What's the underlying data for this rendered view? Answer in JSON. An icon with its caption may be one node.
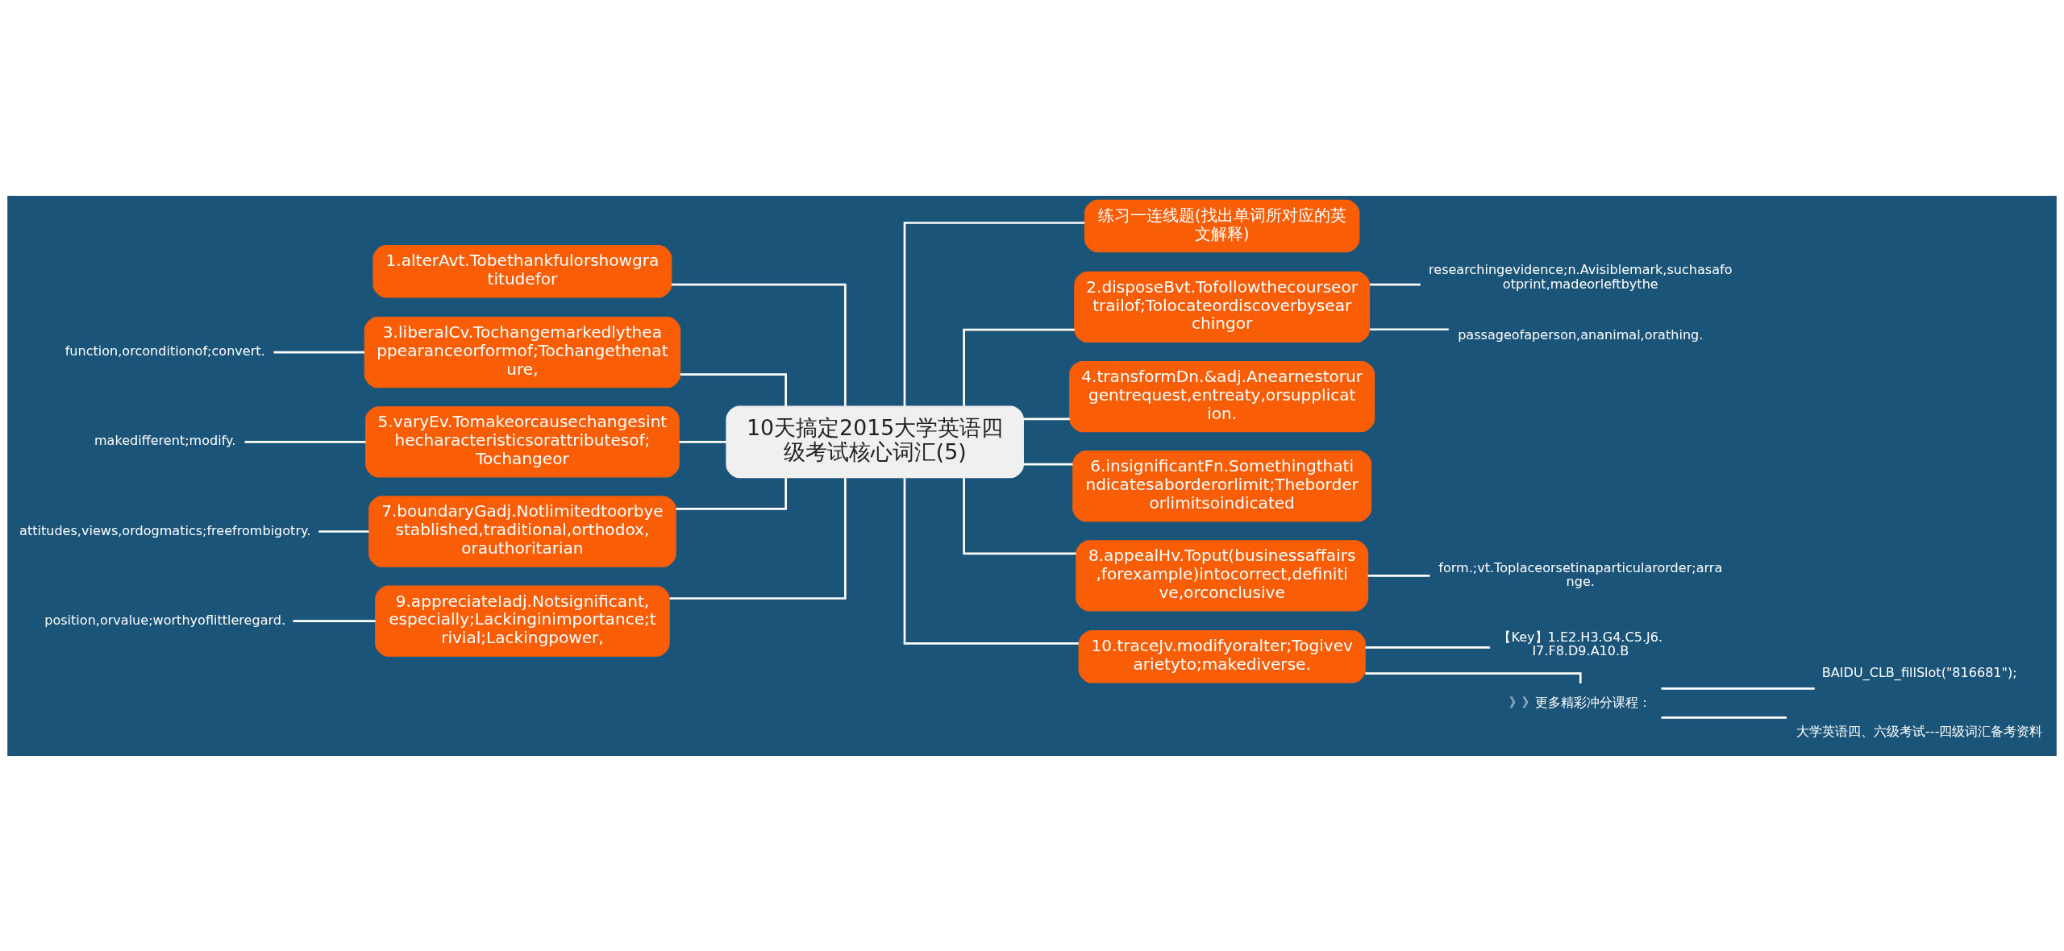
{
  "diagram": {
    "nodes": [
      {
        "text": [
          "10天搞定2015大学英语四级考试核心词汇(5)"
        ]
      },
      {
        "text": [
          "1.alterAvt.Tobethankfulorshowgratitudefor"
        ]
      },
      {
        "text": [
          "3.liberalCv.Tochangemarkedlytheappearanceorformof;Tochangethenature,"
        ]
      },
      {
        "text": [
          "function,orconditionof;convert."
        ]
      },
      {
        "text": [
          "5.varyEv.Tomakeorcausechangesinthecharacteristicsorattributesof;Tochangeor"
        ]
      },
      {
        "text": [
          "makedifferent;modify."
        ]
      },
      {
        "text": [
          "7.boundaryGadj.Notlimitedtoorbyestablished,traditional,orthodox,orauthoritarian"
        ]
      },
      {
        "text": [
          "attitudes,views,ordogmatics;freefrombigotry."
        ]
      },
      {
        "text": [
          "9.appreciateIadj.Notsignificant,especially;Lackinginimportance;trivial;Lackingpower,"
        ]
      },
      {
        "text": [
          "position,orvalue;worthyoflittleregard."
        ]
      },
      {
        "text": [
          "练习一连线题(找出单词所对应的英文解释)"
        ]
      },
      {
        "text": [
          "2.disposeBvt.Tofollowthecourseortrailof;Tolocateordiscoverbysearchingor"
        ]
      },
      {
        "text": [
          "researchingevidence;n.Avisiblemark,suchasafootprint,madeorleftbythe"
        ]
      },
      {
        "text": [
          "passageofaperson,ananimal,orathing."
        ]
      },
      {
        "text": [
          "4.transformDn.&adj.Anearnestorurgentrequest,entreaty,orsupplication."
        ]
      },
      {
        "text": [
          "6.insignificantFn.Somethingthatindicatesaborderorlimit;Theborderorlimitsoindicated"
        ]
      },
      {
        "text": [
          "8.appealHv.Toput(businessaffairs,forexample)intocorrect,definitive,orconclusive"
        ]
      },
      {
        "text": [
          "form.;vt.Toplaceorsetinaparticularorder;arrange."
        ]
      },
      {
        "text": [
          "10.traceJv.modifyoralter;Togivevarietyto;makediverse."
        ]
      },
      {
        "text": [
          "【Key】1.E2.H3.G4.C5.J6.I7.F8.D9.A10.B"
        ]
      },
      {
        "text": [
          "》》更多精彩冲分课程："
        ]
      },
      {
        "text": [
          "BAIDU_CLB_fillSlot(\"816681\");"
        ]
      },
      {
        "text": [
          "大学英语四、六级考试---四级词汇备考资料"
        ]
      }
    ],
    "edges": [
      {
        "from": 0,
        "to": 1,
        "arrow": "none"
      },
      {
        "from": 0,
        "to": 2,
        "arrow": "none"
      },
      {
        "from": 2,
        "to": 3,
        "arrow": "none"
      },
      {
        "from": 0,
        "to": 4,
        "arrow": "none"
      },
      {
        "from": 4,
        "to": 5,
        "arrow": "none"
      },
      {
        "from": 0,
        "to": 6,
        "arrow": "none"
      },
      {
        "from": 6,
        "to": 7,
        "arrow": "none"
      },
      {
        "from": 0,
        "to": 8,
        "arrow": "none"
      },
      {
        "from": 8,
        "to": 9,
        "arrow": "none"
      },
      {
        "from": 0,
        "to": 10,
        "arrow": "none"
      },
      {
        "from": 0,
        "to": 11,
        "arrow": "none"
      },
      {
        "from": 11,
        "to": 12,
        "arrow": "none"
      },
      {
        "from": 11,
        "to": 13,
        "arrow": "none"
      },
      {
        "from": 0,
        "to": 14,
        "arrow": "none"
      },
      {
        "from": 0,
        "to": 15,
        "arrow": "none"
      },
      {
        "from": 0,
        "to": 16,
        "arrow": "none"
      },
      {
        "from": 16,
        "to": 17,
        "arrow": "none"
      },
      {
        "from": 0,
        "to": 18,
        "arrow": "none"
      },
      {
        "from": 18,
        "to": 19,
        "arrow": "none"
      },
      {
        "from": 18,
        "to": 20,
        "arrow": "none"
      },
      {
        "from": 20,
        "to": 21,
        "arrow": "none"
      },
      {
        "from": 20,
        "to": 22,
        "arrow": "none"
      }
    ]
  }
}
